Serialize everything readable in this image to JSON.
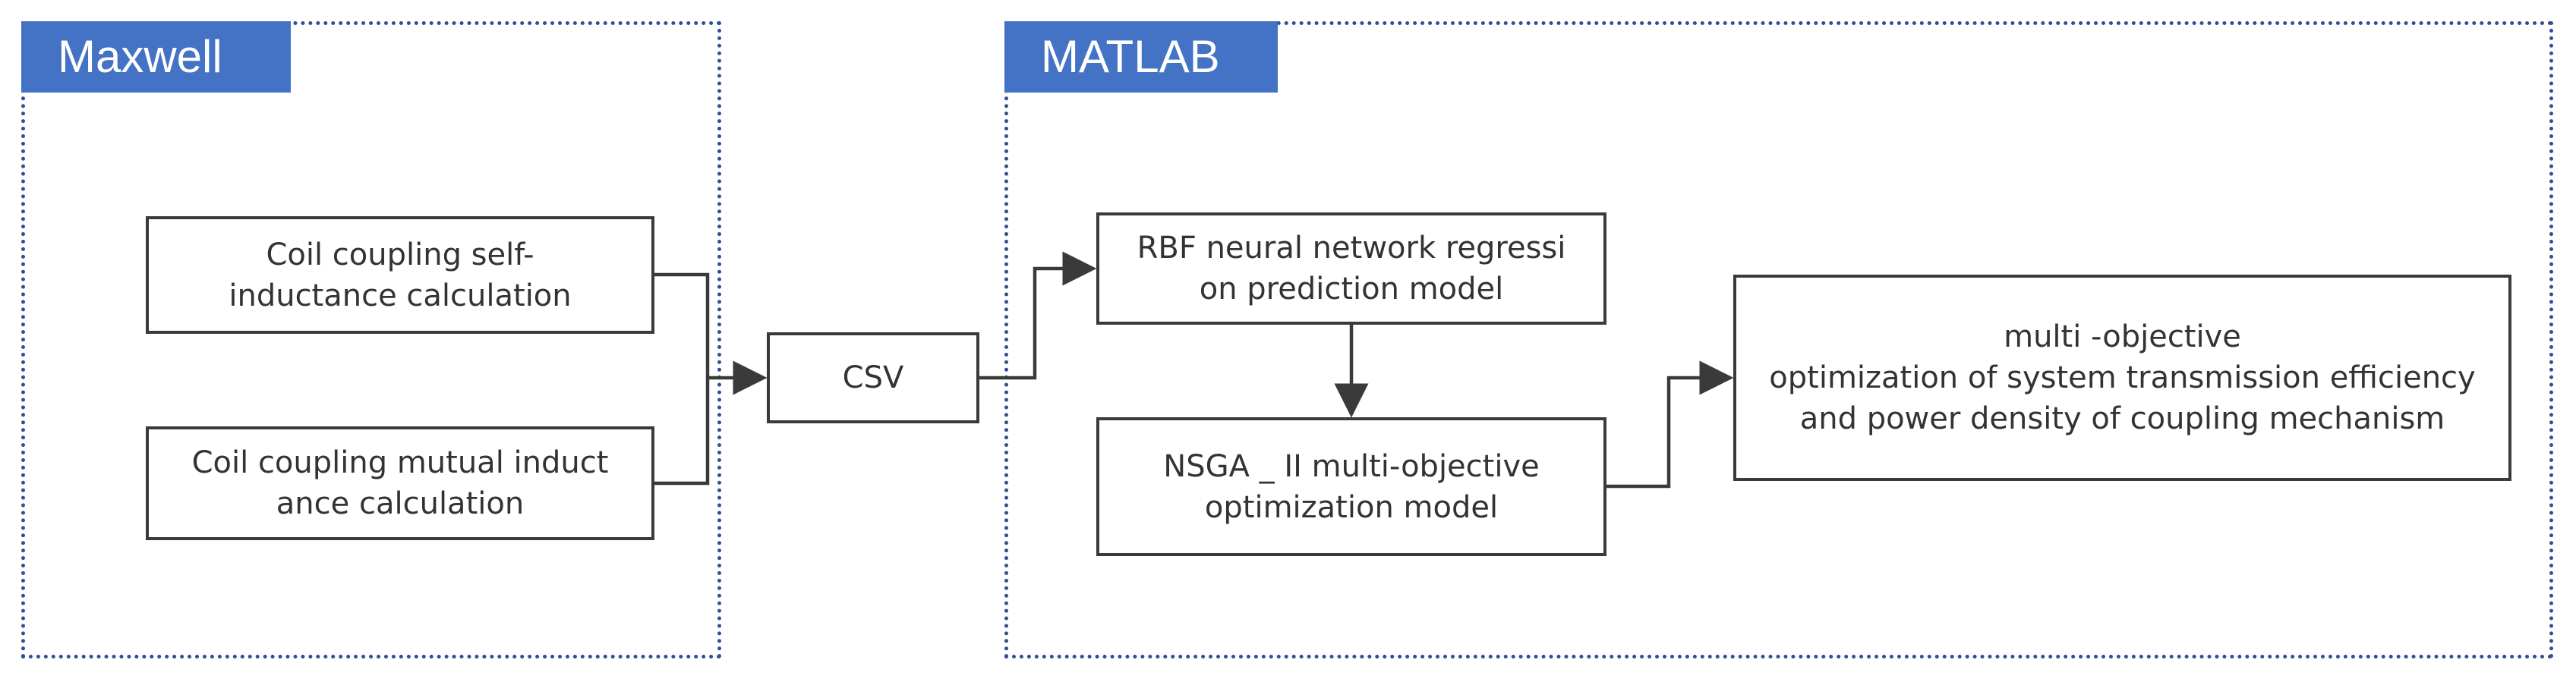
{
  "groups": {
    "maxwell": {
      "label": "Maxwell"
    },
    "matlab": {
      "label": "MATLAB"
    }
  },
  "nodes": {
    "self_inductance": {
      "text": "Coil coupling self-\ninductance calculation"
    },
    "mutual_inductance": {
      "text": "Coil coupling mutual induct\nance calculation"
    },
    "csv": {
      "text": "CSV"
    },
    "rbf_model": {
      "text": "RBF neural network regressi\non prediction model"
    },
    "nsga_model": {
      "text": "NSGA _ II multi-objective\noptimization model"
    },
    "objective": {
      "text": "multi -objective\noptimization of system transmission efficiency\nand power density of coupling mechanism"
    }
  },
  "colors": {
    "group_border": "#2e4f97",
    "group_label_bg": "#4472c4",
    "node_border": "#3a3a3a",
    "arrow": "#3a3a3a"
  }
}
